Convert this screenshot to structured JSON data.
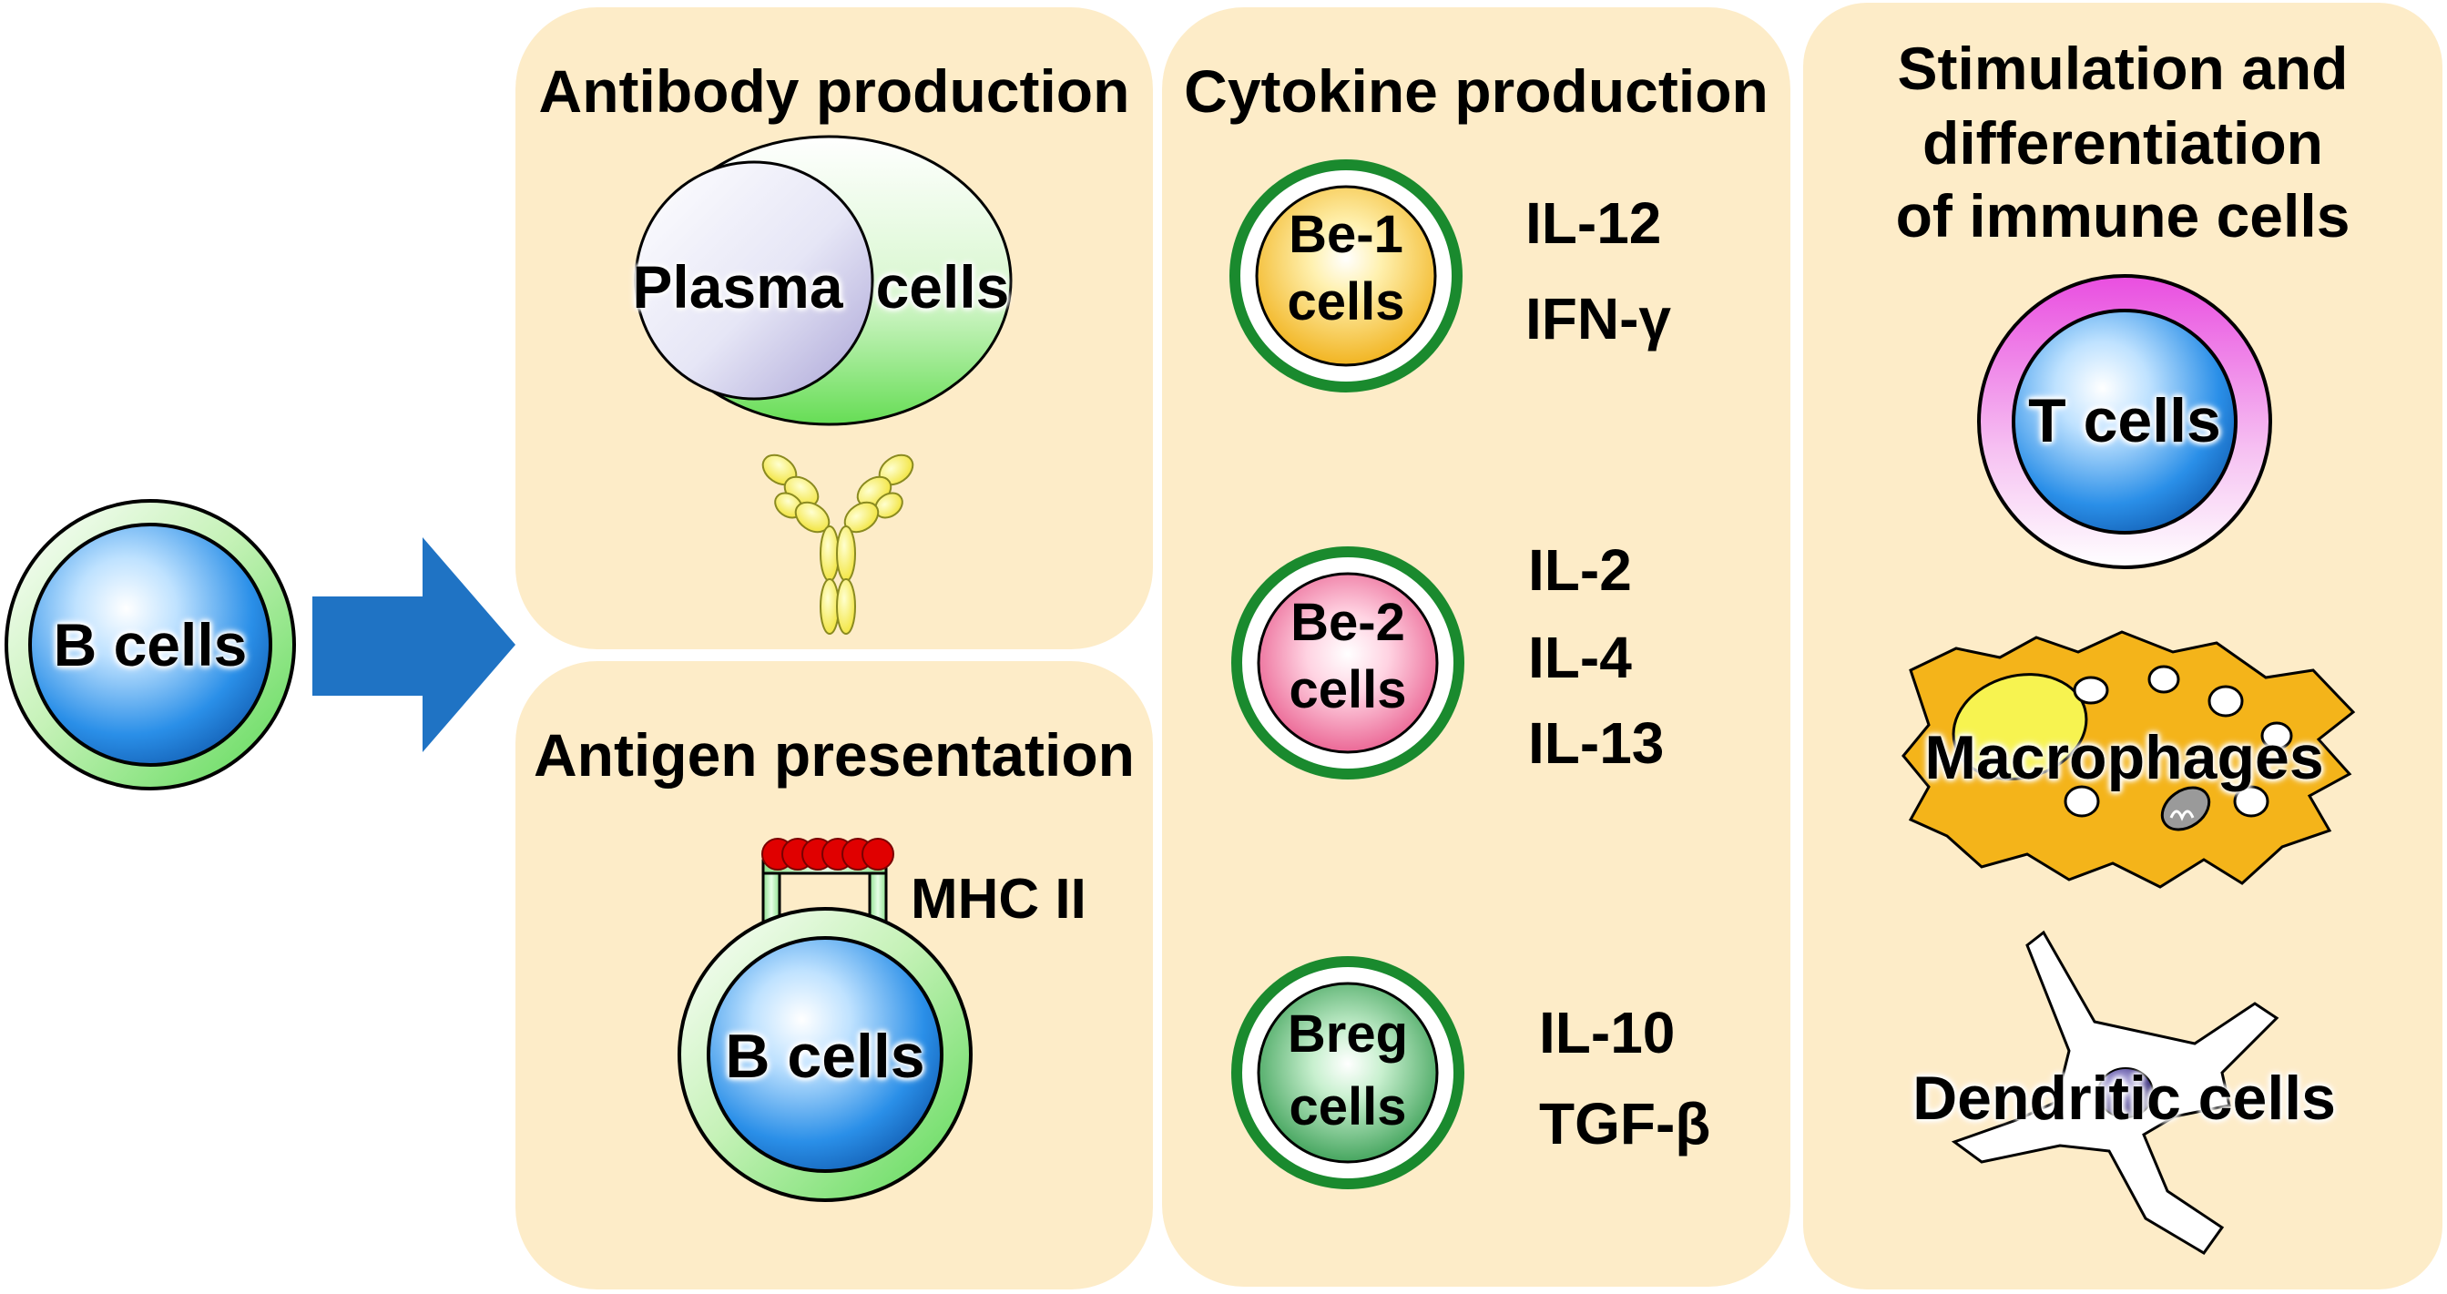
{
  "left_cell": {
    "label": "B cells"
  },
  "antibody": {
    "title": "Antibody production",
    "cell_label_part1": "Plasma",
    "cell_label_part2": "cells"
  },
  "antigen": {
    "title": "Antigen presentation",
    "mhc_label": "MHC II",
    "cell_label": "B cells"
  },
  "cytokine": {
    "title": "Cytokine production",
    "be1": {
      "label_line1": "Be-1",
      "label_line2": "cells",
      "cytokines": [
        "IL-12",
        "IFN-γ"
      ]
    },
    "be2": {
      "label_line1": "Be-2",
      "label_line2": "cells",
      "cytokines": [
        "IL-2",
        "IL-4",
        "IL-13"
      ]
    },
    "breg": {
      "label_line1": "Breg",
      "label_line2": "cells",
      "cytokines": [
        "IL-10",
        "TGF-β"
      ]
    }
  },
  "stimulation": {
    "title_line1": "Stimulation and",
    "title_line2": "differentiation",
    "title_line3": "of immune cells",
    "t_cells": "T cells",
    "macrophages": "Macrophages",
    "dendritic": "Dendritic cells"
  },
  "colors": {
    "panel": "#fdecc8",
    "arrow": "#1f73c4",
    "membrane_green": "#18a33a",
    "b_cell_blue": "#2a8fe8",
    "be1_yellow": "#f2b81c",
    "be2_pink": "#ea5d8f",
    "breg_green": "#2fa84f",
    "t_cell_magenta": "#e62fd6",
    "macrophage_orange": "#f4b41a",
    "mhc_red": "#e00000"
  }
}
